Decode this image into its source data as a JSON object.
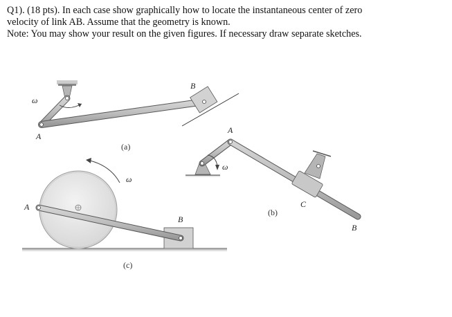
{
  "question": {
    "line1": "Q1). (18 pts). In each case show graphically how to locate the instantaneous center of zero",
    "line2": "velocity of link AB. Assume that the geometry is known.",
    "line3": "Note: You may show your result on the given figures. If necessary draw separate sketches."
  },
  "figures": {
    "a": {
      "caption": "(a)",
      "label_A": "A",
      "label_B": "B",
      "omega": "ω"
    },
    "b": {
      "caption": "(b)",
      "label_A": "A",
      "label_B": "B",
      "label_C": "C",
      "omega": "ω"
    },
    "c": {
      "caption": "(c)",
      "label_A": "A",
      "label_B": "B",
      "omega": "ω"
    }
  }
}
